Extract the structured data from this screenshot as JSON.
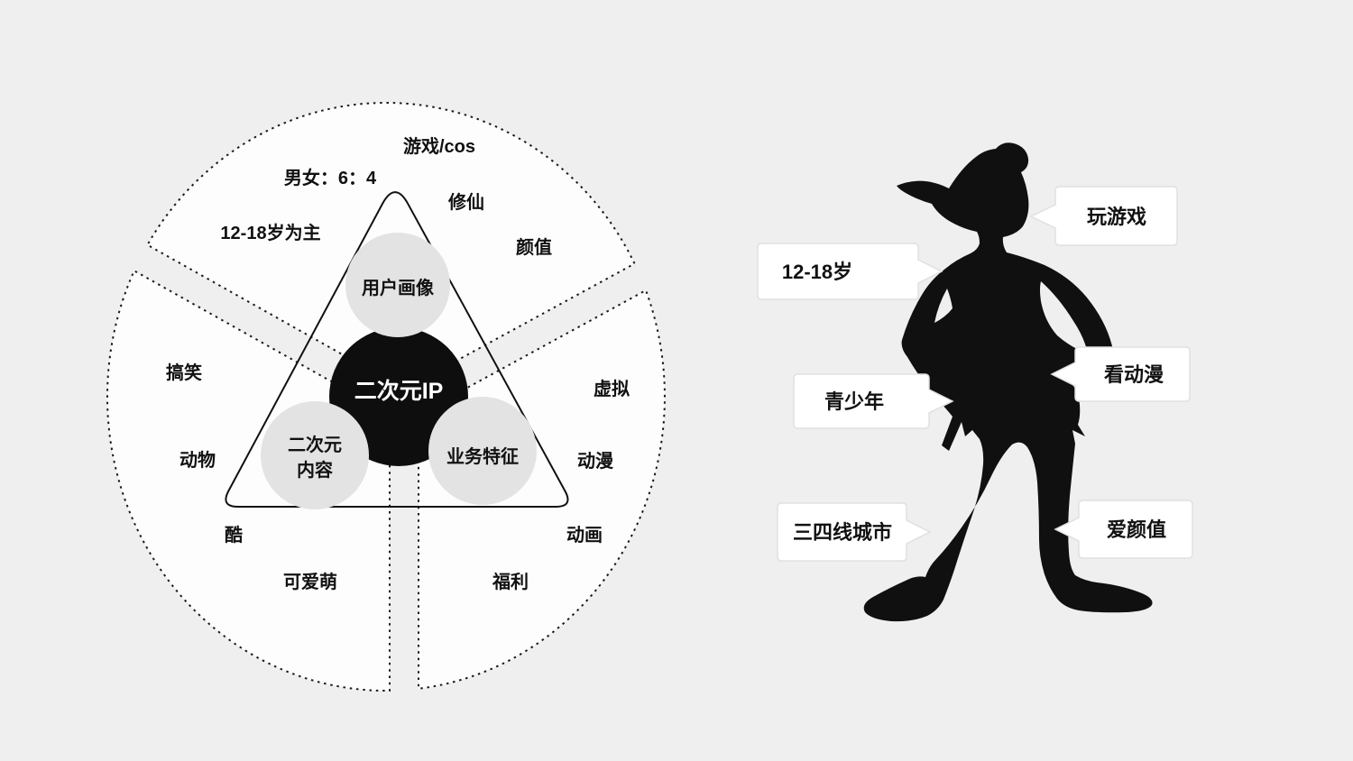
{
  "colors": {
    "page_bg": "#efefef",
    "sector_fill": "#fdfdfd",
    "dotted_line": "#1a1a1a",
    "core_black": "#0e0e0e",
    "node_gray": "#e3e3e3",
    "silhouette_black": "#101010",
    "bubble_bg": "#ffffff",
    "bubble_border": "#e0e0e0"
  },
  "diagram": {
    "core_label": "二次元IP",
    "node_user_profile": "用户画像",
    "node_content_line1": "二次元",
    "node_content_line2": "内容",
    "node_business": "业务特征",
    "sector_top": {
      "game_cos": "游戏/cos",
      "gender_ratio": "男女：6：4",
      "xiuxian": "修仙",
      "age_range": "12-18岁为主",
      "yanzhi": "颜值"
    },
    "sector_left": {
      "funny": "搞笑",
      "animal": "动物",
      "cool": "酷",
      "cute": "可爱萌"
    },
    "sector_right": {
      "virtual": "虚拟",
      "anime": "动漫",
      "animation": "动画",
      "welfare": "福利"
    }
  },
  "persona": {
    "bubble_play_games": "玩游戏",
    "bubble_age": "12-18岁",
    "bubble_watch_anime": "看动漫",
    "bubble_teenager": "青少年",
    "bubble_city": "三四线城市",
    "bubble_love_looks": "爱颜值"
  }
}
